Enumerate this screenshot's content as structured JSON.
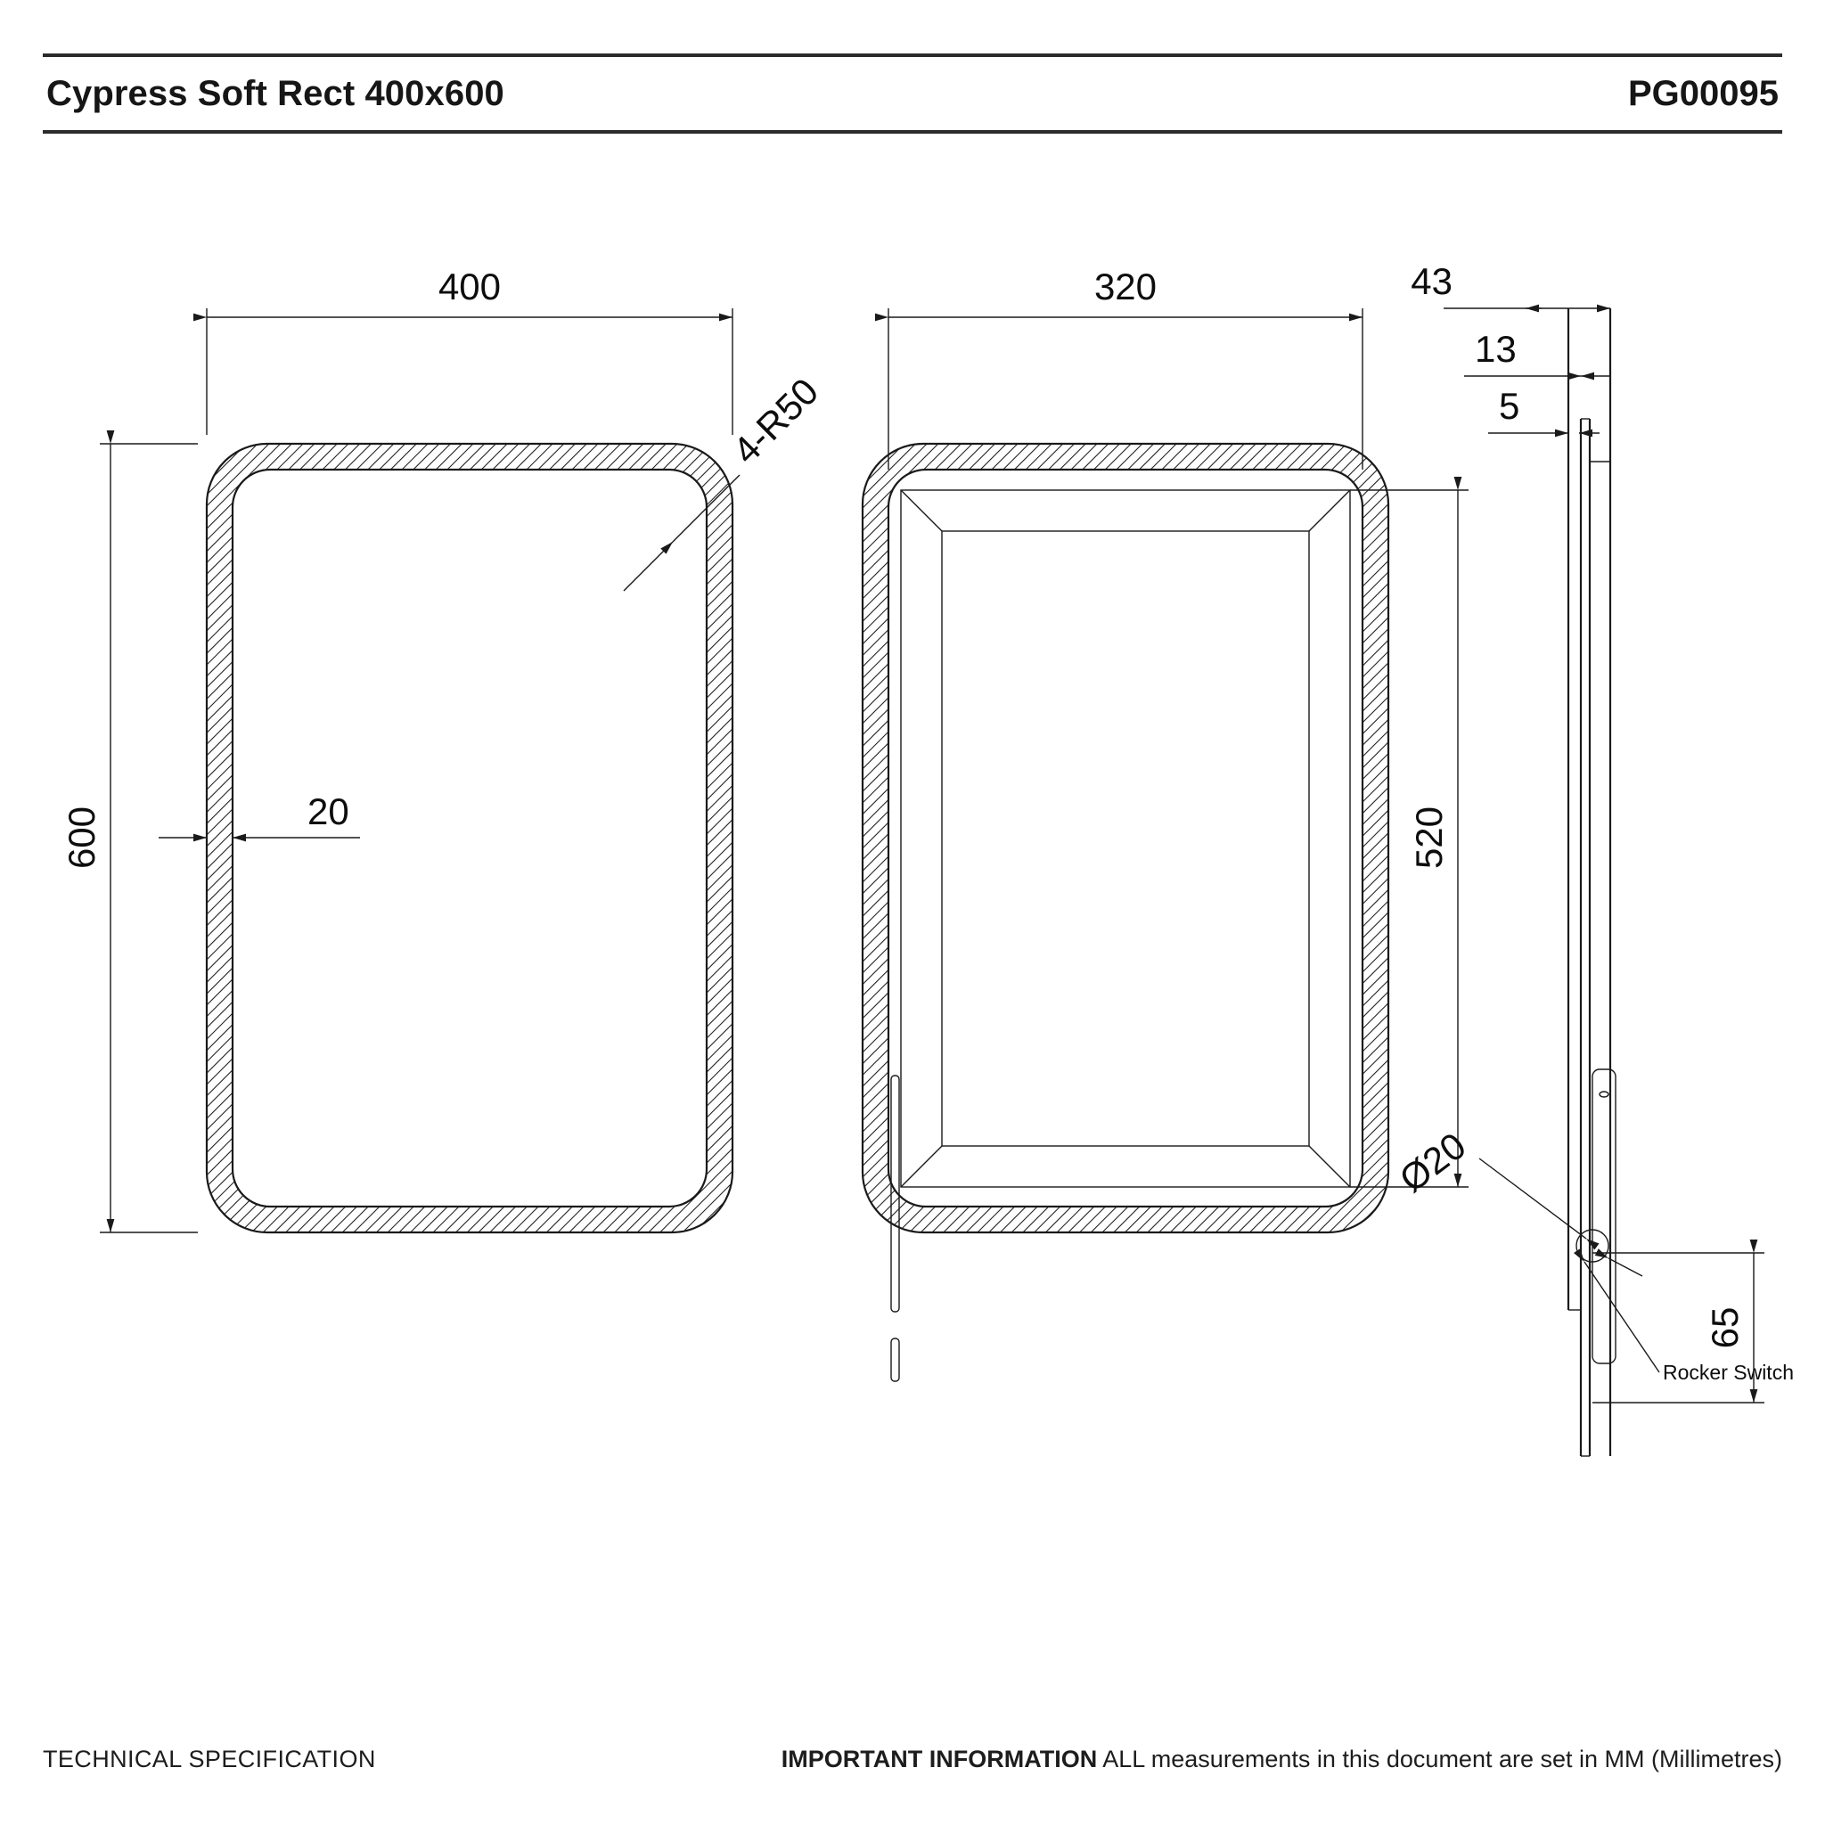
{
  "header": {
    "title": "Cypress Soft Rect 400x600",
    "product_code": "PG00095"
  },
  "footer": {
    "left_label": "TECHNICAL SPECIFICATION",
    "right_strong": "IMPORTANT INFORMATION",
    "right_normal": " ALL measurements in this document are set in MM (Millimetres)"
  },
  "drawing": {
    "units": "MM",
    "front_view": {
      "width_dim": "400",
      "height_dim": "600",
      "frame_thickness_dim": "20",
      "corner_radius_note": "4-R50"
    },
    "rear_view": {
      "width_dim": "320",
      "height_dim": "520"
    },
    "side_view": {
      "depth_dim": "43",
      "mid_dim": "13",
      "glass_dim": "5",
      "switch_diameter_dim": "Ø20",
      "switch_offset_dim": "65",
      "switch_label": "Rocker Switch"
    }
  }
}
